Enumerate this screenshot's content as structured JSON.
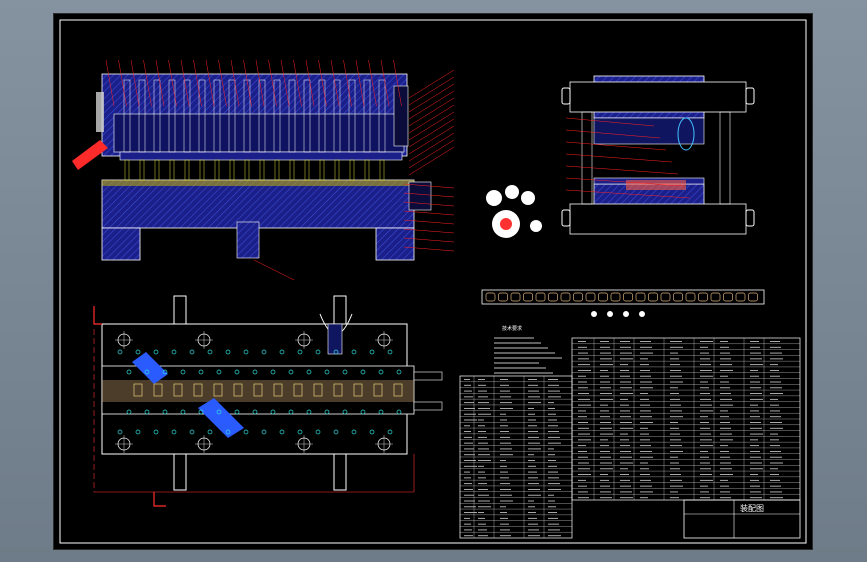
{
  "drawing": {
    "title_block": {
      "title": "装配图"
    },
    "technical_notes_heading": "技术要求",
    "bom_rows": 28,
    "colors": {
      "frame": "#ffffff",
      "part_fill": "#1a1f8a",
      "hatch": "#3a4ad0",
      "leader": "#ff2020",
      "centerline": "#ff3030",
      "highlight": "#2a5bff",
      "strip": "#d9b07a",
      "holes": "#30e0e0",
      "table_line": "#ffffff"
    }
  }
}
